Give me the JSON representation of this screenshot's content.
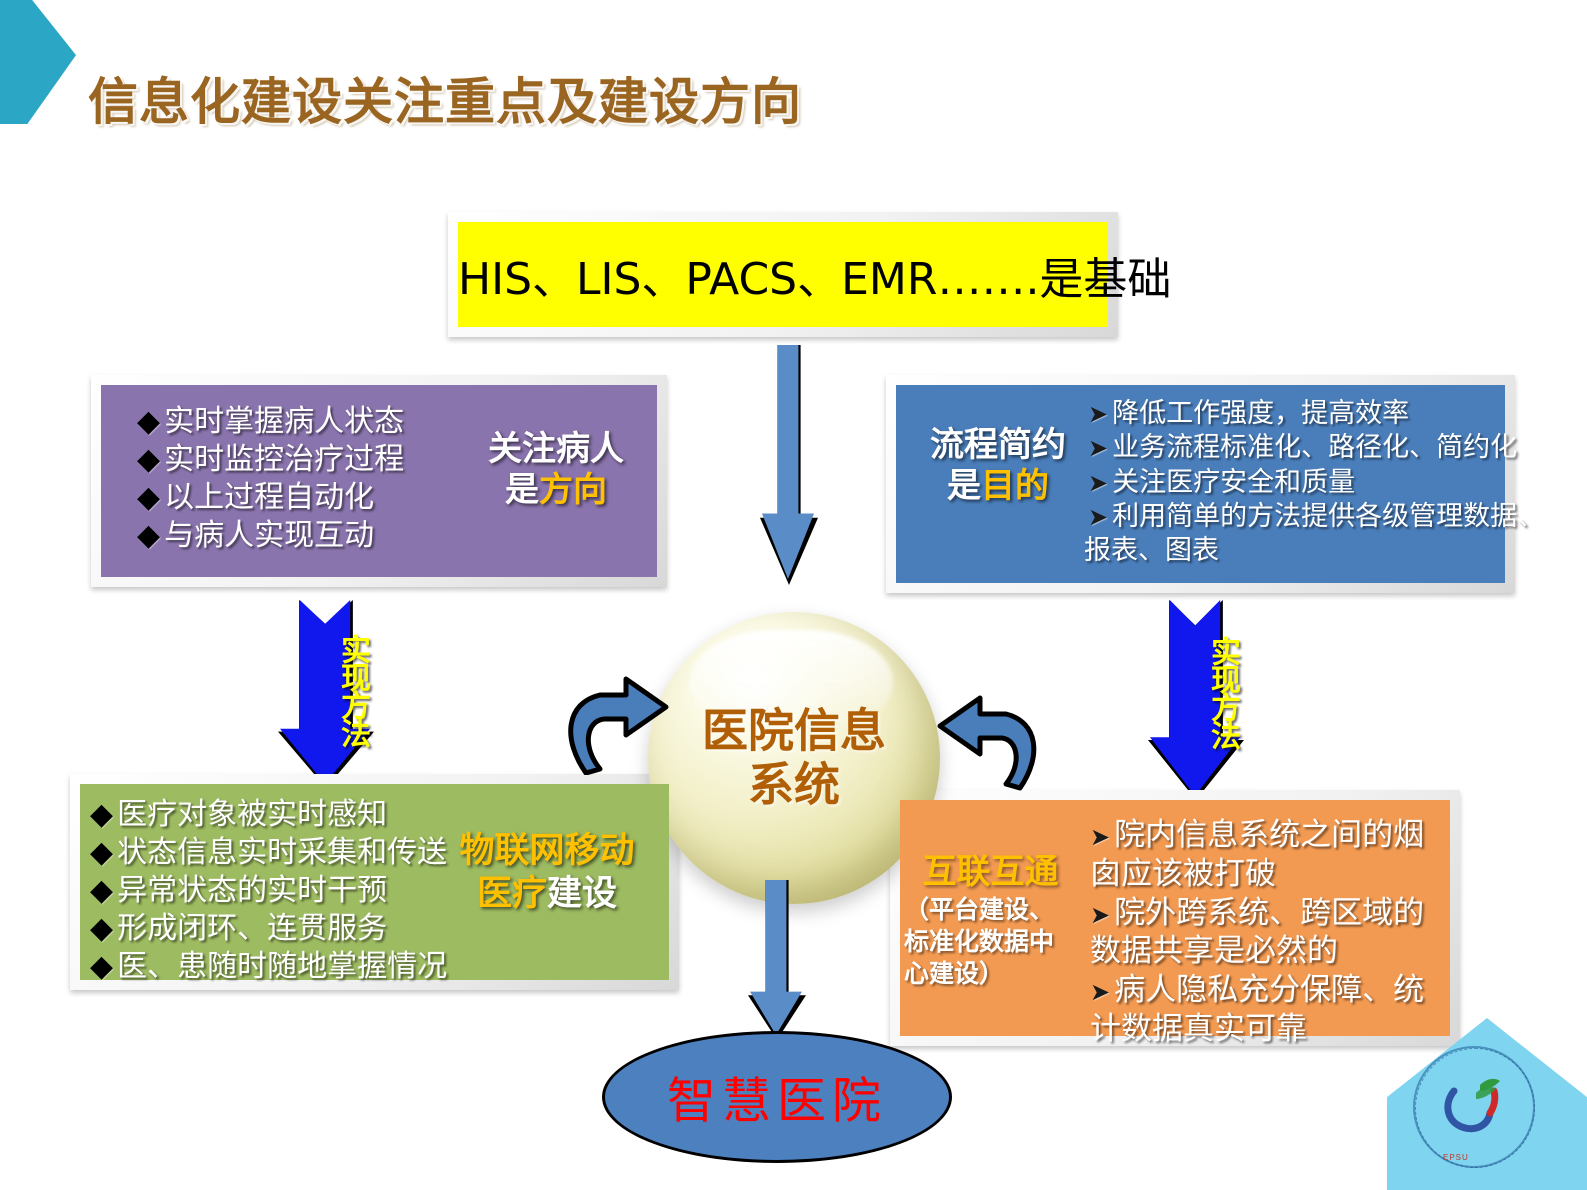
{
  "slide": {
    "title": "信息化建设关注重点及建设方向"
  },
  "basis_box": {
    "text": "HIS、LIS、PACS、EMR…….是基础",
    "bg_color": "#ffff00"
  },
  "patient_box": {
    "bg_color": "#8a74ad",
    "bullets": [
      "实时掌握病人状态",
      "实时监控治疗过程",
      "以上过程自动化",
      "与病人实现互动"
    ],
    "label_line1": "关注病人",
    "label_line2_prefix": "是",
    "label_line2_highlight": "方向"
  },
  "process_box": {
    "bg_color": "#4a7ebb",
    "label_line1": "流程简约",
    "label_line2_prefix": "是",
    "label_line2_highlight": "目的",
    "bullets": [
      "降低工作强度，提高效率",
      "业务流程标准化、路径化、简约化",
      "关注医疗安全和质量",
      "利用简单的方法提供各级管理数据、"
    ],
    "bullet_continuation": "报表、图表"
  },
  "iot_box": {
    "bg_color": "#9dbb61",
    "bullets": [
      "医疗对象被实时感知",
      "状态信息实时采集和传送",
      "异常状态的实时干预",
      "形成闭环、连贯服务",
      "医、患随时随地掌握情况"
    ],
    "label_line1": "物联网移动",
    "label_line2_highlight": "医疗",
    "label_line2_rest": "建设"
  },
  "interop_box": {
    "bg_color": "#f39a52",
    "label_title": "互联互通",
    "label_sub_lines": [
      "（平台建设、",
      "标准化数据中",
      "心建设）"
    ],
    "bullets": [
      "院内信息系统之间的烟",
      "院外跨系统、跨区域的",
      "病人隐私充分保障、统"
    ],
    "bullet_continuations": [
      "囱应该被打破",
      "数据共享是必然的",
      "计数据真实可靠"
    ]
  },
  "center_sphere": {
    "line1": "医院信息",
    "line2": "系统",
    "text_color": "#b15f06"
  },
  "impl_arrows": {
    "label": "实现方法",
    "fill_color": "#1018ee",
    "text_color": "#ffff00"
  },
  "result_ellipse": {
    "text": "智慧医院",
    "bg_color": "#4d80bf",
    "text_color": "#ff0000"
  },
  "logo": {
    "caption": "EPSU"
  },
  "icons": {
    "corner_chevron": "chevron-right-icon",
    "down_arrow": "arrow-down-icon",
    "hook_arrow_left": "curved-arrow-right-icon",
    "hook_arrow_right": "curved-arrow-left-icon",
    "diamond_bullet": "diamond-bullet-icon",
    "triangle_bullet": "triangle-bullet-icon"
  }
}
